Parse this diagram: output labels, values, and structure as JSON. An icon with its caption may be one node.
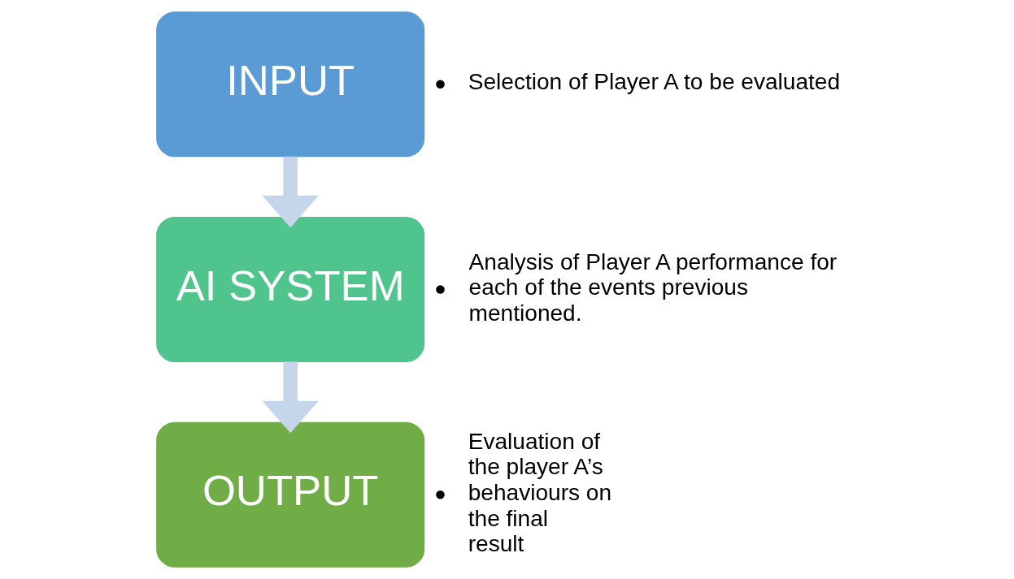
{
  "diagram": {
    "nodes": [
      {
        "text": [
          "INPUT"
        ],
        "beside": [
          "Selection of Player A to be evaluated"
        ]
      },
      {
        "text": [
          "AI SYSTEM"
        ],
        "beside": [
          "Analysis of Player A performance for each of the events previous mentioned."
        ]
      },
      {
        "text": [
          "OUTPUT"
        ],
        "beside": [
          "Evaluation of the player A’s behaviours on the final result"
        ]
      }
    ],
    "edges": [
      {
        "from": 0,
        "to": 1,
        "arrow": "to"
      },
      {
        "from": 1,
        "to": 2,
        "arrow": "to"
      }
    ]
  }
}
